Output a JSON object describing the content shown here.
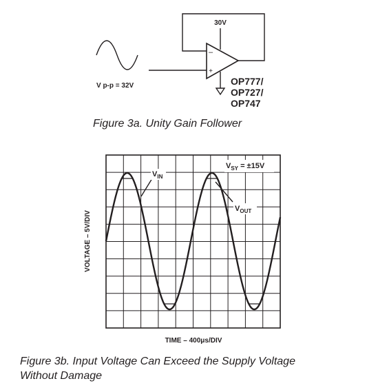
{
  "schematic": {
    "supply_label": "30V",
    "source_label": "V p-p = 32V",
    "minus_sign": "–",
    "plus_sign": "+",
    "part_numbers": [
      "OP777/",
      "OP727/",
      "OP747"
    ]
  },
  "caption_a": "Figure 3a.  Unity Gain Follower",
  "scope": {
    "supply_label": "V",
    "supply_sub": "SY",
    "supply_value": " = ±15V",
    "vin_label": "V",
    "vin_sub": "IN",
    "vout_label": "V",
    "vout_sub": "OUT",
    "y_axis_label": "VOLTAGE – 5V/DIV",
    "x_axis_label": "TIME – 400μs/DIV"
  },
  "caption_b_line1": "Figure 3b.  Input Voltage Can Exceed the Supply Voltage",
  "caption_b_line2": "Without Damage",
  "colors": {
    "ink": "#231f20"
  }
}
